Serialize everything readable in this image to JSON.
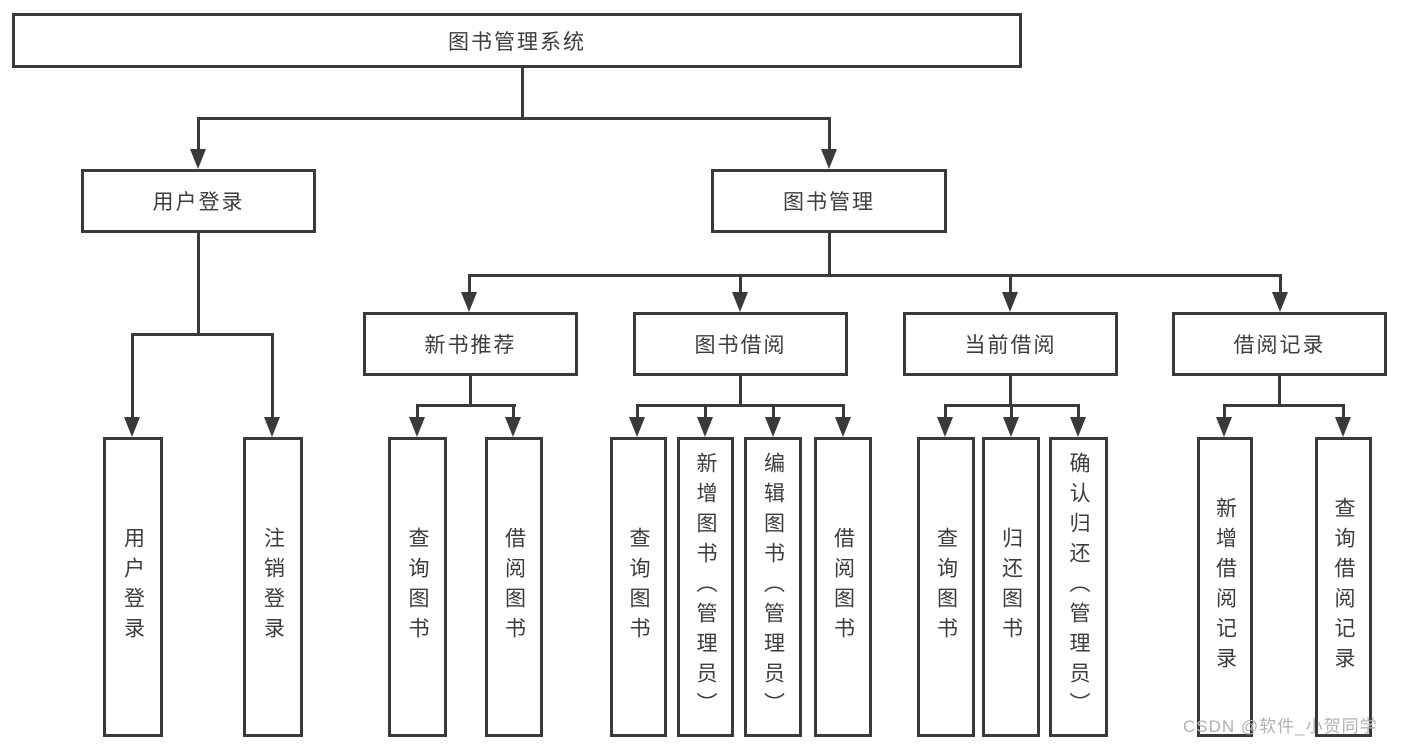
{
  "diagram": {
    "root": {
      "label": "图书管理系统"
    },
    "branches": [
      {
        "label": "用户登录",
        "children": [
          {
            "label": "用户登录"
          },
          {
            "label": "注销登录"
          }
        ]
      },
      {
        "label": "图书管理",
        "children": [
          {
            "label": "新书推荐",
            "children": [
              {
                "label": "查询图书"
              },
              {
                "label": "借阅图书"
              }
            ]
          },
          {
            "label": "图书借阅",
            "children": [
              {
                "label": "查询图书"
              },
              {
                "label": "新增图书（管理员）"
              },
              {
                "label": "编辑图书（管理员）"
              },
              {
                "label": "借阅图书"
              }
            ]
          },
          {
            "label": "当前借阅",
            "children": [
              {
                "label": "查询图书"
              },
              {
                "label": "归还图书"
              },
              {
                "label": "确认归还（管理员）"
              }
            ]
          },
          {
            "label": "借阅记录",
            "children": [
              {
                "label": "新增借阅记录"
              },
              {
                "label": "查询借阅记录"
              }
            ]
          }
        ]
      }
    ]
  },
  "watermark": "CSDN @软件_小贺同学",
  "colors": {
    "line": "#3a3a3a",
    "text": "#3d3d3d",
    "watermark": "#b3b0b0",
    "background": "#ffffff"
  }
}
